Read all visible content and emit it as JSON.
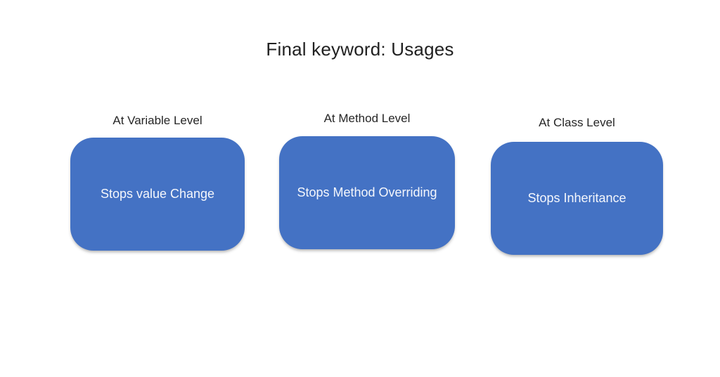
{
  "title": "Final keyword: Usages",
  "colors": {
    "background": "#ffffff",
    "heading_text": "#212121",
    "label_text": "#262626",
    "box_fill": "#4472C4",
    "box_text": "#f5f7fc"
  },
  "groups": [
    {
      "label": "At Variable Level",
      "box_text": "Stops value Change"
    },
    {
      "label": "At Method Level",
      "box_text": "Stops Method Overriding"
    },
    {
      "label": "At Class Level",
      "box_text": "Stops Inheritance"
    }
  ]
}
